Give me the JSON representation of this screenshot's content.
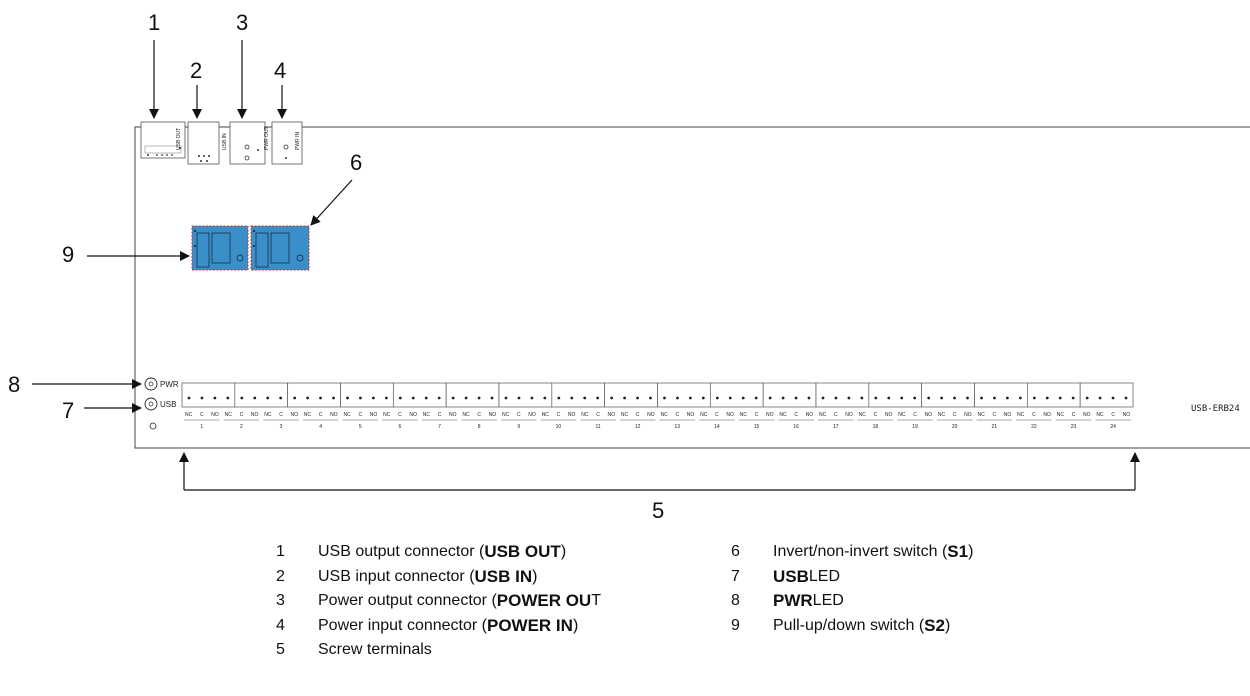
{
  "callouts": {
    "c1": "1",
    "c2": "2",
    "c3": "3",
    "c4": "4",
    "c5": "5",
    "c6": "6",
    "c7": "7",
    "c8": "8",
    "c9": "9"
  },
  "board": {
    "model": "USB-ERB24",
    "led_pwr": "PWR",
    "led_usb": "USB",
    "connectors": {
      "usb_out": "USB OUT",
      "usb_in": "USB IN",
      "pwr_out": "PWR OUT",
      "pwr_in": "PWR IN"
    },
    "terminal_contacts": [
      "NC",
      "C",
      "NO"
    ],
    "relay_numbers": [
      "1",
      "2",
      "3",
      "4",
      "5",
      "6",
      "7",
      "8",
      "9",
      "10",
      "11",
      "12",
      "13",
      "14",
      "15",
      "16",
      "17",
      "18",
      "19",
      "20",
      "21",
      "22",
      "23",
      "24"
    ],
    "switch_color": "#3b8fc9"
  },
  "legend": {
    "left": [
      {
        "num": "1",
        "pre": "USB output connector (",
        "bold": "USB OUT",
        "post": ")"
      },
      {
        "num": "2",
        "pre": "USB input connector (",
        "bold": "USB IN",
        "post": ")"
      },
      {
        "num": "3",
        "pre": "Power output connector (",
        "bold": "POWER OU",
        "post": "T"
      },
      {
        "num": "4",
        "pre": "Power input connector (",
        "bold": "POWER IN",
        "post": ")"
      },
      {
        "num": "5",
        "pre": "Screw terminals",
        "bold": "",
        "post": ""
      }
    ],
    "right": [
      {
        "num": "6",
        "pre": "Invert/non-invert switch (",
        "bold": "S1",
        "post": ")"
      },
      {
        "num": "7",
        "pre": "",
        "bold": "USB",
        "post": " LED"
      },
      {
        "num": "8",
        "pre": "",
        "bold": "PWR",
        "post": " LED"
      },
      {
        "num": "9",
        "pre": "Pull-up/down switch (",
        "bold": "S2",
        "post": ")"
      }
    ]
  }
}
